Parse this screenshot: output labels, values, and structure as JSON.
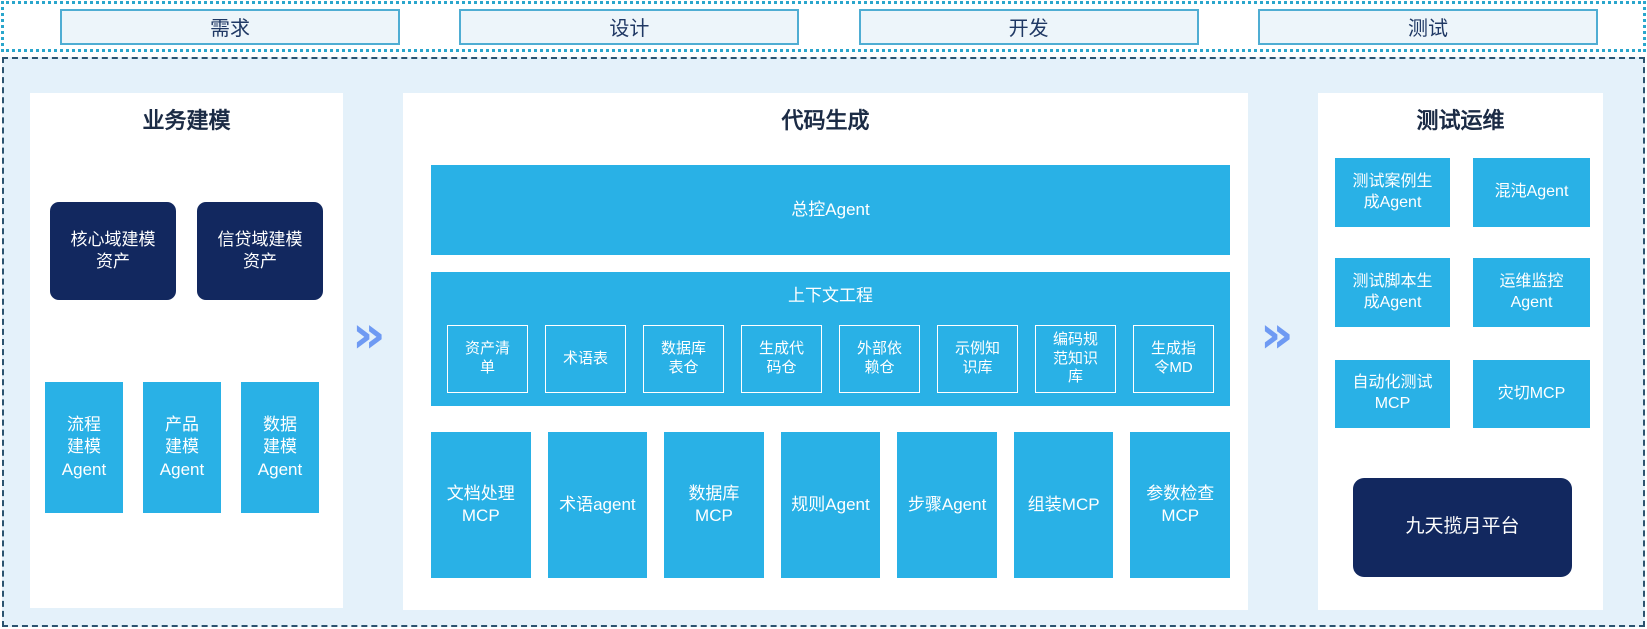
{
  "phases": [
    {
      "label": "需求"
    },
    {
      "label": "设计"
    },
    {
      "label": "开发"
    },
    {
      "label": "测试"
    }
  ],
  "arrow": {
    "glyph": "»"
  },
  "panels": {
    "business": {
      "title": "业务建模",
      "assets": [
        {
          "label": "核心域建模\n资产"
        },
        {
          "label": "信贷域建模\n资产"
        }
      ],
      "agents": [
        {
          "label": "流程\n建模\nAgent"
        },
        {
          "label": "产品\n建模\nAgent"
        },
        {
          "label": "数据\n建模\nAgent"
        }
      ]
    },
    "codegen": {
      "title": "代码生成",
      "master_agent": "总控Agent",
      "context": {
        "title": "上下文工程",
        "items": [
          {
            "label": "资产清\n单"
          },
          {
            "label": "术语表"
          },
          {
            "label": "数据库\n表仓"
          },
          {
            "label": "生成代\n码仓"
          },
          {
            "label": "外部依\n赖仓"
          },
          {
            "label": "示例知\n识库"
          },
          {
            "label": "编码规\n范知识\n库"
          },
          {
            "label": "生成指\n令MD"
          }
        ]
      },
      "workers": [
        {
          "label": "文档处理\nMCP"
        },
        {
          "label": "术语agent"
        },
        {
          "label": "数据库\nMCP"
        },
        {
          "label": "规则Agent"
        },
        {
          "label": "步骤Agent"
        },
        {
          "label": "组装MCP"
        },
        {
          "label": "参数检查\nMCP"
        }
      ]
    },
    "testops": {
      "title": "测试运维",
      "boxes": [
        {
          "label": "测试案例生\n成Agent"
        },
        {
          "label": "混沌Agent"
        },
        {
          "label": "测试脚本生\n成Agent"
        },
        {
          "label": "运维监控\nAgent"
        },
        {
          "label": "自动化测试\nMCP"
        },
        {
          "label": "灾切MCP"
        }
      ],
      "platform": "九天揽月平台"
    }
  },
  "colors": {
    "cyan": "#29b1e6",
    "navy": "#12285f",
    "arrow": "#6e9af3",
    "bglight": "#e4f1fa",
    "dash": "#2b536f",
    "dot": "#2aa6cc",
    "phasebg": "#edf5fa",
    "phaseborder": "#4fadd3",
    "phasetext": "#1f3864",
    "titletext": "#1b2b45"
  }
}
